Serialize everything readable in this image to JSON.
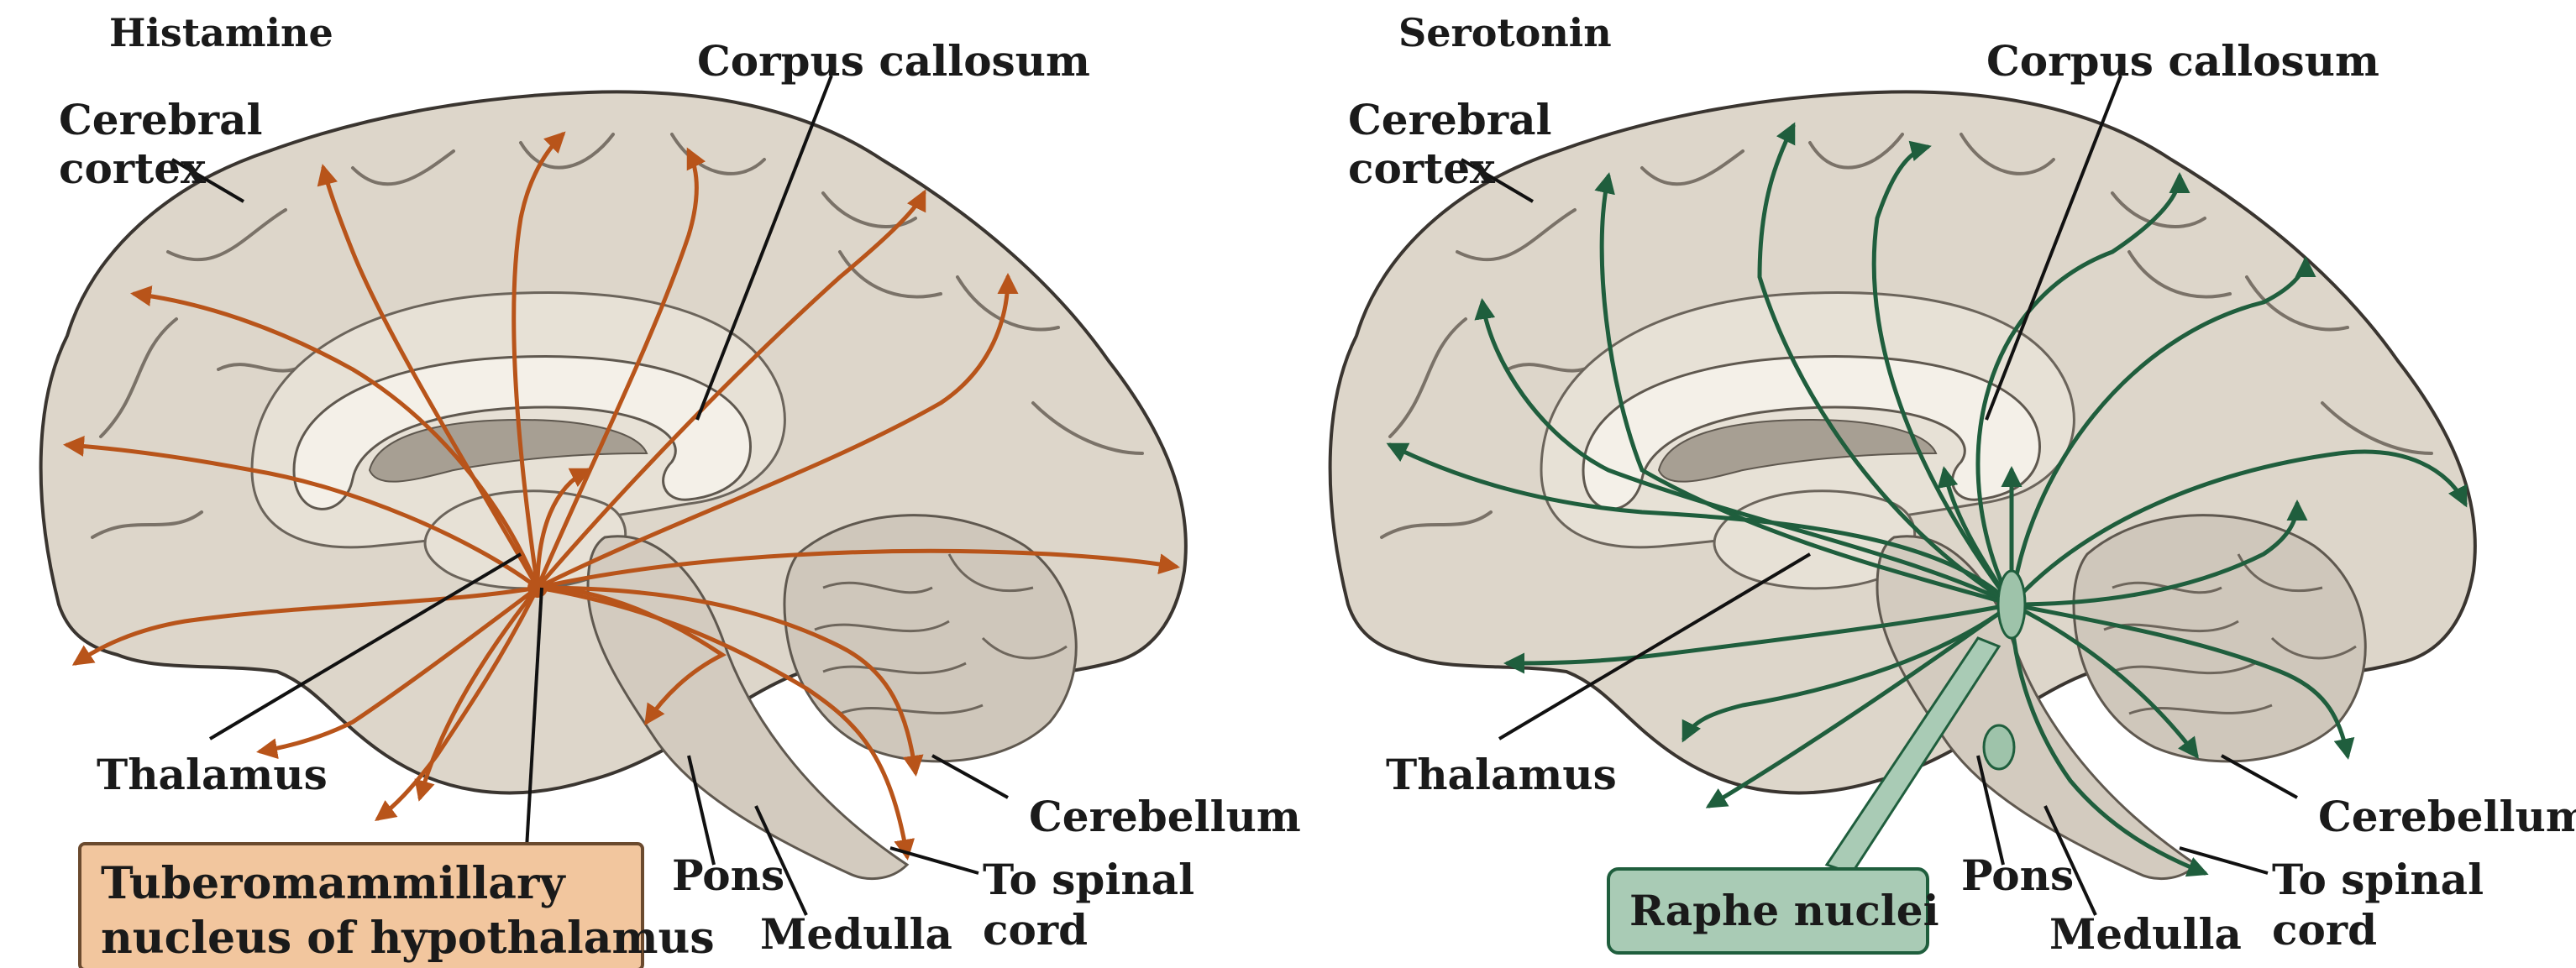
{
  "colors": {
    "histamine_pathway": "#b8541a",
    "serotonin_pathway": "#1f5e3d",
    "histamine_box_fill": "#f2c69e",
    "serotonin_box_fill": "#a9cbb5",
    "brain_fill": "#ddd6ca"
  },
  "left": {
    "title": "Histamine",
    "labels": {
      "corpus_callosum": "Corpus callosum",
      "cerebral_cortex_1": "Cerebral",
      "cerebral_cortex_2": "cortex",
      "thalamus": "Thalamus",
      "cerebellum": "Cerebellum",
      "pons": "Pons",
      "medulla": "Medulla",
      "to_spinal_cord_1": "To spinal",
      "to_spinal_cord_2": "cord"
    },
    "source_box": {
      "line1": "Tuberomammillary",
      "line2": "nucleus of hypothalamus"
    }
  },
  "right": {
    "title": "Serotonin",
    "labels": {
      "corpus_callosum": "Corpus callosum",
      "cerebral_cortex_1": "Cerebral",
      "cerebral_cortex_2": "cortex",
      "thalamus": "Thalamus",
      "cerebellum": "Cerebellum",
      "pons": "Pons",
      "medulla": "Medulla",
      "to_spinal_cord_1": "To spinal",
      "to_spinal_cord_2": "cord"
    },
    "source_box": {
      "line1": "Raphe nuclei"
    }
  }
}
